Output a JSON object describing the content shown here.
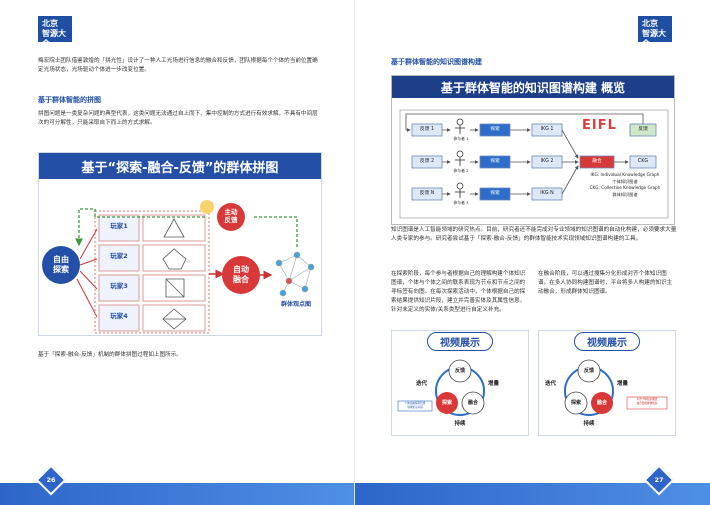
{
  "brand": {
    "line1": "北京",
    "line2": "智源大会",
    "color": "#1f4fa3"
  },
  "left": {
    "intro": "梅宏院士团队借鉴敦煌的「拼光性」设计了一种人工光场进行信息的融合和反馈，团队根据每个个体的当前位置确定光场状态，光场驱动个体进一步改变位置。",
    "section_title": "基于群体智能的拼图",
    "section_body": "拼图问题是一类复杂问题的典型代表，这类问题无法通过自上而下、集中控制的方式进行有效求解，不具有中间层次的可分解性，只能采取自下而上的方式求解。",
    "figure": {
      "title": "基于“探索-融合-反馈”的群体拼图",
      "left_circle": "自由\n探索",
      "players": [
        "玩家1",
        "玩家2",
        "玩家3",
        "玩家4"
      ],
      "fuse_label": "自动\n融合",
      "feedback_label": "主动\n反馈",
      "result_label": "群体观点图"
    },
    "caption": "基于「探索-融合-反馈」机制的群体拼图过程如上图所示。",
    "page_number": "26"
  },
  "right": {
    "section_title": "基于群体智能的知识图谱构建",
    "figure": {
      "title": "基于群体智能的知识图谱构建 概览",
      "feedback_boxes": [
        "反馈 1",
        "反馈 2",
        "反馈 N"
      ],
      "participants": [
        "参与者 1",
        "参与者 2",
        "参与者 3"
      ],
      "explore_boxes": [
        "探索",
        "探索",
        "探索"
      ],
      "ikg_boxes": [
        "IKG 1",
        "IKG 2",
        "IKG N"
      ],
      "logo": "EIFL",
      "top_feedback": "反馈",
      "fusion": "融合",
      "ckg": "CKG",
      "legend": [
        "IKG: Individual Knowledge Graph",
        "个体知识图谱",
        "CKG: Collective Knowledge Graph",
        "群体知识图谱"
      ]
    },
    "para1": "知识图谱是人工智能领域的研究热点。目前，研究者还不能完成对专业领域的知识图谱的自动化构建，必须要求大量人类专家的参与。研究者尝试基于「探索-融合-反馈」的群体智能技术实现领域知识图谱构建的工具。",
    "col_left": "在探索阶段，每个参与者根据自己的理解构建个体知识图谱，个体与个体之间的联系表现为节点和节点之间的寻标签有向图。在每次探索活动中，个体根据自己的探索结果提供知识片段，建立并完善实体及其属性信息，针对未定义的实体/关系类型进行自定义补充。",
    "col_right": "在融合阶段，可以通过搜集分化形成对齐个体知识图谱。在多人协同构建图谱时，平台将多人构建的知识主动融合，形成群体知识图谱。",
    "video1": {
      "title": "视频展示",
      "top": "反馈",
      "left": "迭代",
      "right": "增量",
      "explore": "探索",
      "fuse": "融合",
      "bottom": "持续",
      "note": "个体自由探索结果\n领域知识片段"
    },
    "video2": {
      "title": "视频展示",
      "top": "反馈",
      "left": "迭代",
      "right": "增量",
      "explore": "探索",
      "fuse": "融合",
      "bottom": "持续",
      "note": "平台个体知识图谱\n融合形成群体知识"
    },
    "page_number": "27"
  }
}
